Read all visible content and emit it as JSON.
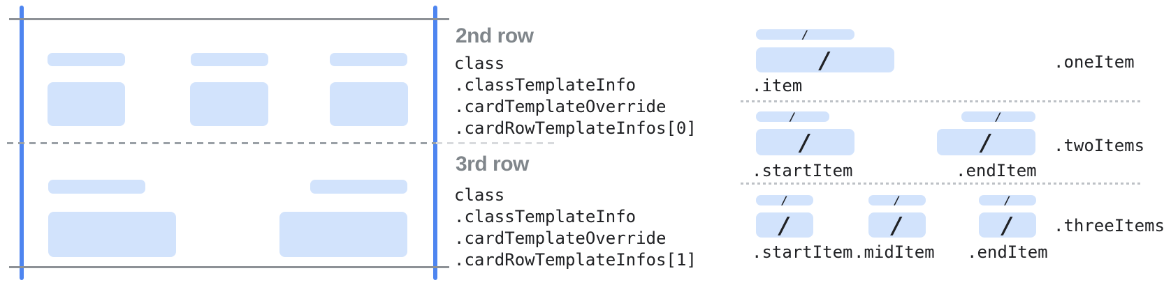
{
  "colors": {
    "guide_blue": "#4e85f0",
    "bar_blue": "#d2e3fc",
    "line_gray": "#8d9196",
    "dash_gray": "#9aa0a6",
    "dash_light_gray": "#d8dadd",
    "dotted_gray": "#bdc1c6",
    "heading_gray": "#80868b",
    "code_text": "#202124"
  },
  "glyphs": {
    "slash": "/"
  },
  "card_rows": {
    "row2": {
      "heading": "2nd row",
      "code_lines": [
        "class",
        ".classTemplateInfo",
        ".cardTemplateOverride",
        ".cardRowTemplateInfos[0]"
      ]
    },
    "row3": {
      "heading": "3rd row",
      "code_lines": [
        "class",
        ".classTemplateInfo",
        ".cardTemplateOverride",
        ".cardRowTemplateInfos[1]"
      ]
    }
  },
  "item_layouts": {
    "one": {
      "layout_label": ".oneItem",
      "items": [
        ".item"
      ]
    },
    "two": {
      "layout_label": ".twoItems",
      "items": [
        ".startItem",
        ".endItem"
      ]
    },
    "three": {
      "layout_label": ".threeItems",
      "items": [
        ".startItem",
        ".midItem",
        ".endItem"
      ]
    }
  }
}
